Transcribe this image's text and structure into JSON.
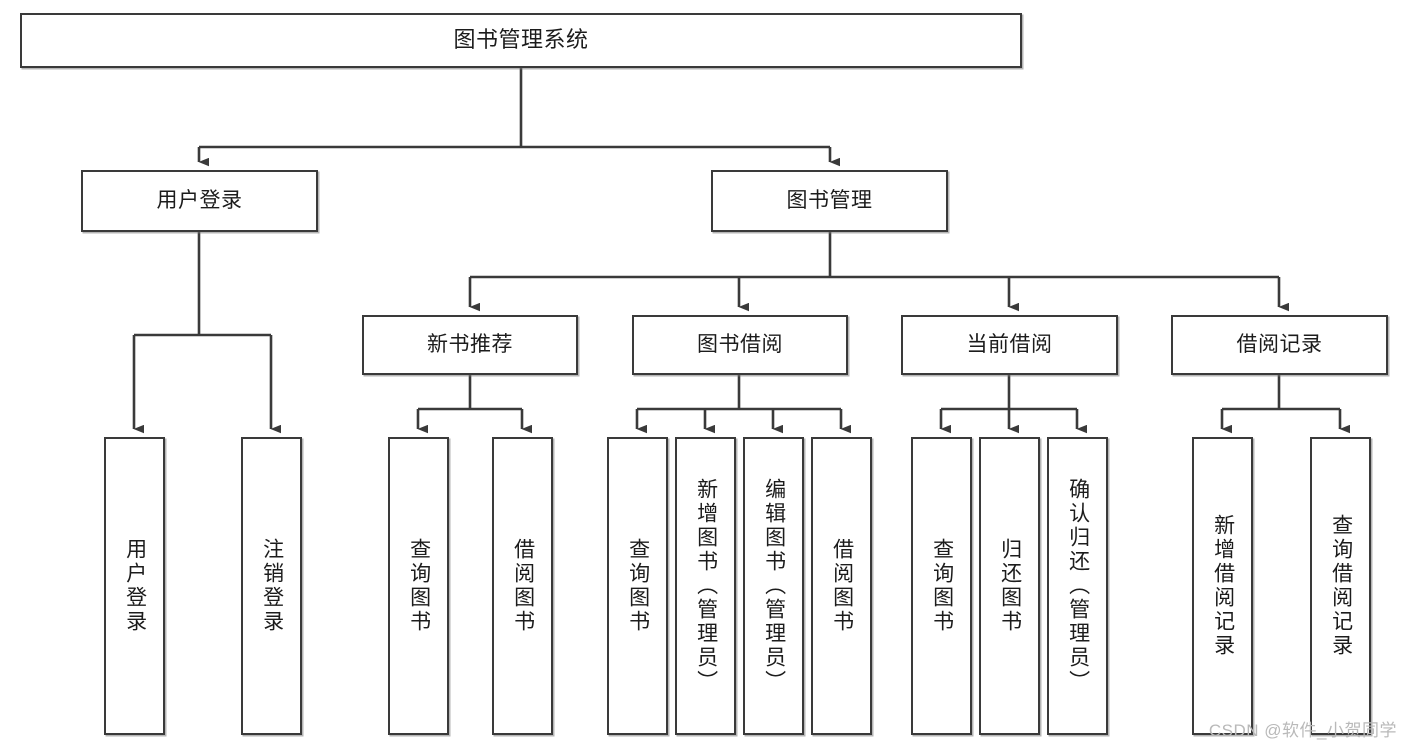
{
  "diagram": {
    "title": "图书管理系统",
    "type": "tree-hierarchy",
    "colors": {
      "box_border": "#3a3a3a",
      "box_fill": "#ffffff",
      "connector": "#3a3a3a",
      "text": "#1c1c1c",
      "watermark": "#b9b9b9"
    },
    "root": {
      "label": "图书管理系统"
    },
    "level2": [
      {
        "label": "用户登录"
      },
      {
        "label": "图书管理"
      }
    ],
    "level3": [
      {
        "label": "新书推荐"
      },
      {
        "label": "图书借阅"
      },
      {
        "label": "当前借阅"
      },
      {
        "label": "借阅记录"
      }
    ],
    "leaves": [
      {
        "label": "用户登录",
        "parent": "用户登录"
      },
      {
        "label": "注销登录",
        "parent": "用户登录"
      },
      {
        "label": "查询图书",
        "parent": "新书推荐"
      },
      {
        "label": "借阅图书",
        "parent": "新书推荐"
      },
      {
        "label": "查询图书",
        "parent": "图书借阅"
      },
      {
        "label": "新增图书（管理员）",
        "parent": "图书借阅"
      },
      {
        "label": "编辑图书（管理员）",
        "parent": "图书借阅"
      },
      {
        "label": "借阅图书",
        "parent": "图书借阅"
      },
      {
        "label": "查询图书",
        "parent": "当前借阅"
      },
      {
        "label": "归还图书",
        "parent": "当前借阅"
      },
      {
        "label": "确认归还（管理员）",
        "parent": "当前借阅"
      },
      {
        "label": "新增借阅记录",
        "parent": "借阅记录"
      },
      {
        "label": "查询借阅记录",
        "parent": "借阅记录"
      }
    ],
    "watermark": "CSDN @软件_小贺同学"
  }
}
